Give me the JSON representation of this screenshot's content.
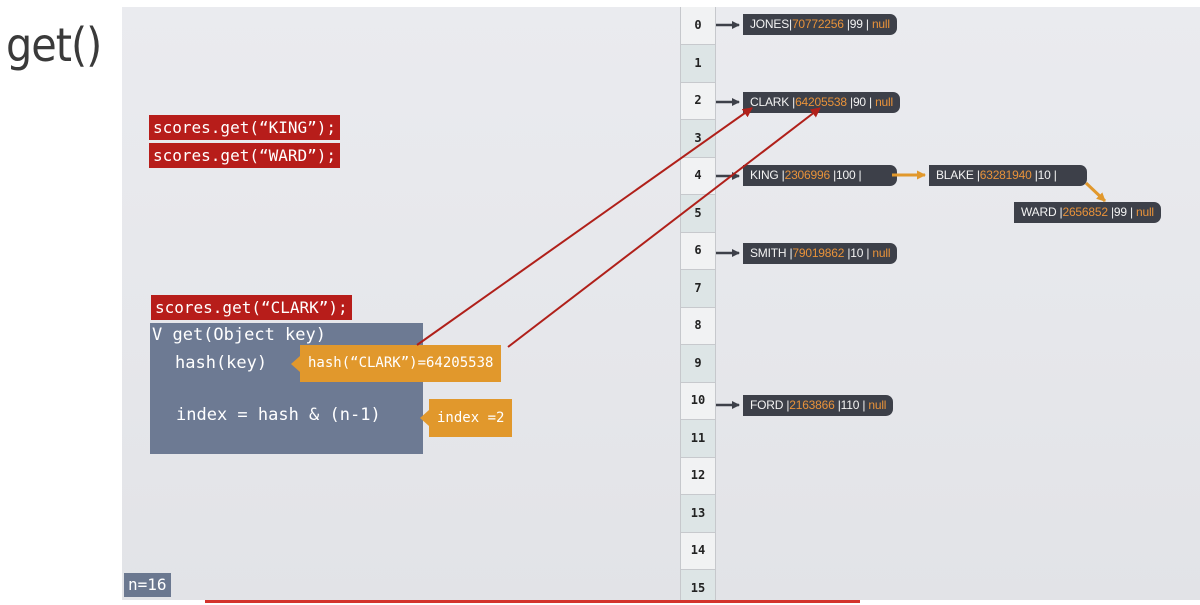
{
  "title": "get()",
  "calls": [
    "scores.get(“KING”);",
    "scores.get(“WARD”);",
    "scores.get(“CLARK”);"
  ],
  "code": {
    "signature": "V get(Object key)",
    "hash_line": "hash(key)",
    "index_line": "index = hash & (n-1)"
  },
  "callouts": {
    "hash": "hash(“CLARK”)=64205538",
    "index": "index =2"
  },
  "buckets": [
    "0",
    "1",
    "2",
    "3",
    "4",
    "5",
    "6",
    "7",
    "8",
    "9",
    "10",
    "11",
    "12",
    "13",
    "14",
    "15"
  ],
  "nodes": {
    "jones": {
      "name": "JONES",
      "hash": "70772256",
      "score": "99",
      "next": "null"
    },
    "clark": {
      "name": "CLARK",
      "hash": "64205538",
      "score": "90",
      "next": "null"
    },
    "king": {
      "name": "KING",
      "hash": "2306996",
      "score": "100"
    },
    "blake": {
      "name": "BLAKE",
      "hash": "63281940",
      "score": "10"
    },
    "ward": {
      "name": "WARD",
      "hash": "2656852",
      "score": "99",
      "next": "null"
    },
    "smith": {
      "name": "SMITH",
      "hash": "79019862",
      "score": "10",
      "next": "null"
    },
    "ford": {
      "name": "FORD",
      "hash": "2163866",
      "score": "110",
      "next": "null"
    }
  },
  "n_label": "n=16",
  "colors": {
    "chip": "#b71d1a",
    "code_bg": "#6d7a93",
    "callout": "#e1982c",
    "node": "#3d4049",
    "hash": "#e8923a",
    "arrow_red": "#b0201a"
  }
}
